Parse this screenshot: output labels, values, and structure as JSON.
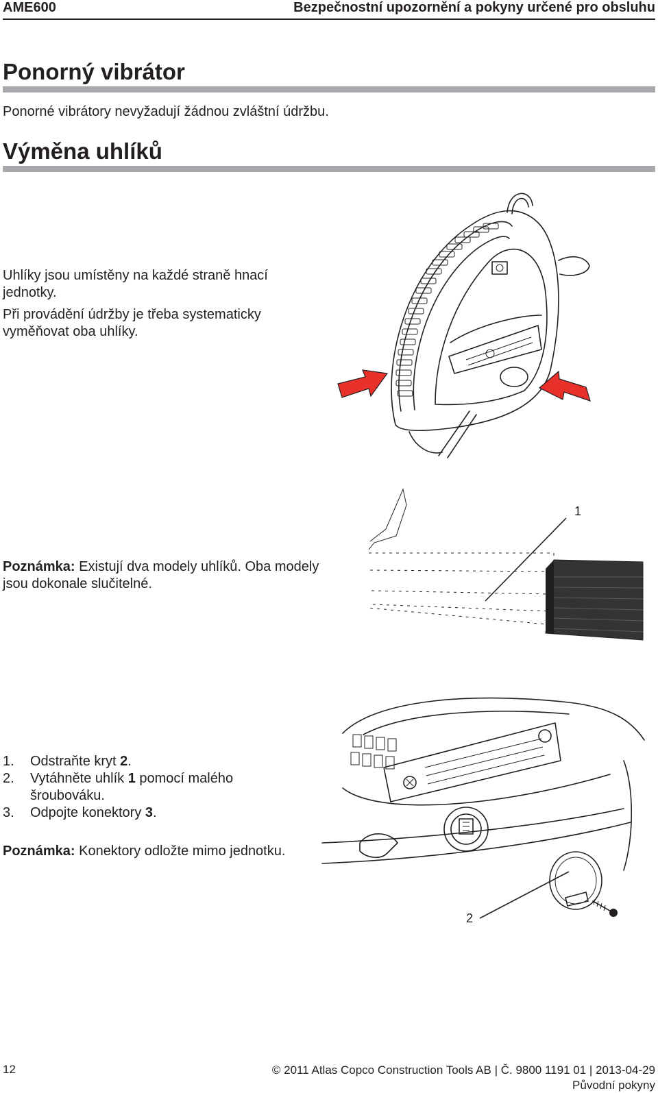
{
  "header": {
    "model": "AME600",
    "section": "Bezpečnostní upozornění a pokyny určené pro obsluhu"
  },
  "section1": {
    "title": "Ponorný vibrátor",
    "text": "Ponorné vibrátory nevyžadují žádnou zvláštní údržbu."
  },
  "section2": {
    "title": "Výměna uhlíků",
    "text1": "Uhlíky jsou umístěny na každé straně hnací jednotky.",
    "text2": "Při provádění údržby je třeba systematicky vyměňovat oba uhlíky."
  },
  "note1": {
    "label": "Poznámka:",
    "text": " Existují dva modely uhlíků. Oba modely jsou dokonale slučitelné."
  },
  "steps": [
    {
      "num": "1.",
      "pre": "Odstraňte kryt ",
      "bold": "2",
      "post": "."
    },
    {
      "num": "2.",
      "pre": "Vytáhněte uhlík ",
      "bold": "1",
      "post": " pomocí malého šroubováku."
    },
    {
      "num": "3.",
      "pre": "Odpojte konektory ",
      "bold": "3",
      "post": "."
    }
  ],
  "note2": {
    "label": "Poznámka:",
    "text": " Konektory odložte mimo jednotku."
  },
  "figures": {
    "brush_callout": "1",
    "cover_callout": "2",
    "arrow_color": "#e8312a"
  },
  "footer": {
    "page": "12",
    "copyright": "© 2011 Atlas Copco Construction Tools AB | Č. 9800 1191 01 | 2013-04-29",
    "original": "Původní pokyny"
  }
}
